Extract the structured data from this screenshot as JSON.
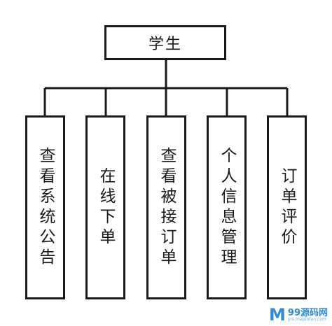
{
  "diagram": {
    "root": {
      "label": "学生"
    },
    "children": [
      {
        "label": "查看系统公告"
      },
      {
        "label": "在线下单"
      },
      {
        "label": "查看被接订单"
      },
      {
        "label": "个人信息管理"
      },
      {
        "label": "订单评价"
      }
    ]
  },
  "watermark": {
    "logo": "M",
    "text": "99源码网",
    "subtext": "yrs.maptofun.com"
  },
  "colors": {
    "line": "#1a1a1a",
    "watermark": "#2f8bd8"
  }
}
